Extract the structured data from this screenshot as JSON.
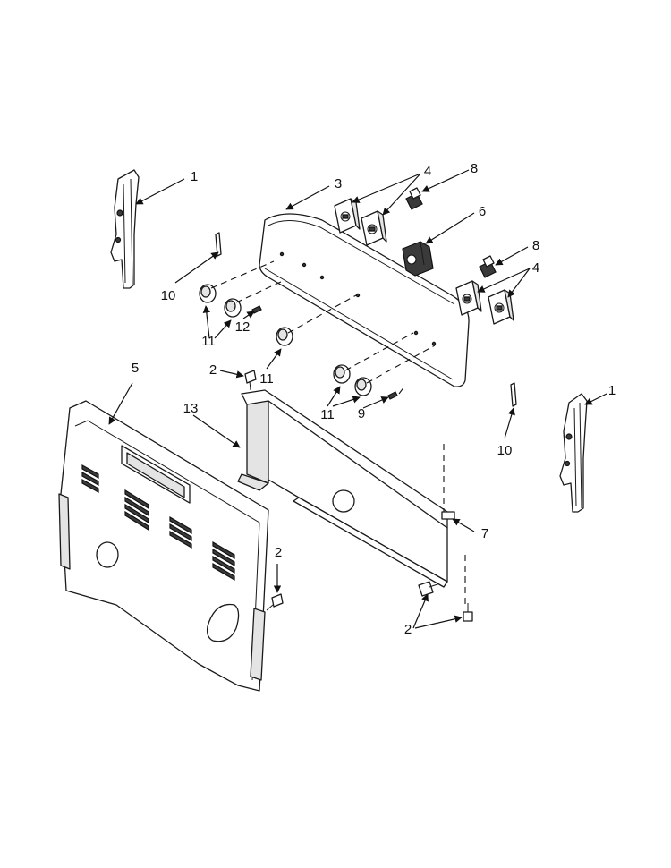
{
  "callouts": [
    {
      "id": "c1a",
      "label": "1"
    },
    {
      "id": "c1b",
      "label": "1"
    },
    {
      "id": "c2a",
      "label": "2"
    },
    {
      "id": "c2b",
      "label": "2"
    },
    {
      "id": "c2c",
      "label": "2"
    },
    {
      "id": "c3",
      "label": "3"
    },
    {
      "id": "c4a",
      "label": "4"
    },
    {
      "id": "c4b",
      "label": "4"
    },
    {
      "id": "c5",
      "label": "5"
    },
    {
      "id": "c6",
      "label": "6"
    },
    {
      "id": "c7",
      "label": "7"
    },
    {
      "id": "c8a",
      "label": "8"
    },
    {
      "id": "c8b",
      "label": "8"
    },
    {
      "id": "c9",
      "label": "9"
    },
    {
      "id": "c10a",
      "label": "10"
    },
    {
      "id": "c10b",
      "label": "10"
    },
    {
      "id": "c11a",
      "label": "11"
    },
    {
      "id": "c11b",
      "label": "11"
    },
    {
      "id": "c11c",
      "label": "11"
    },
    {
      "id": "c12",
      "label": "12"
    },
    {
      "id": "c13",
      "label": "13"
    }
  ]
}
